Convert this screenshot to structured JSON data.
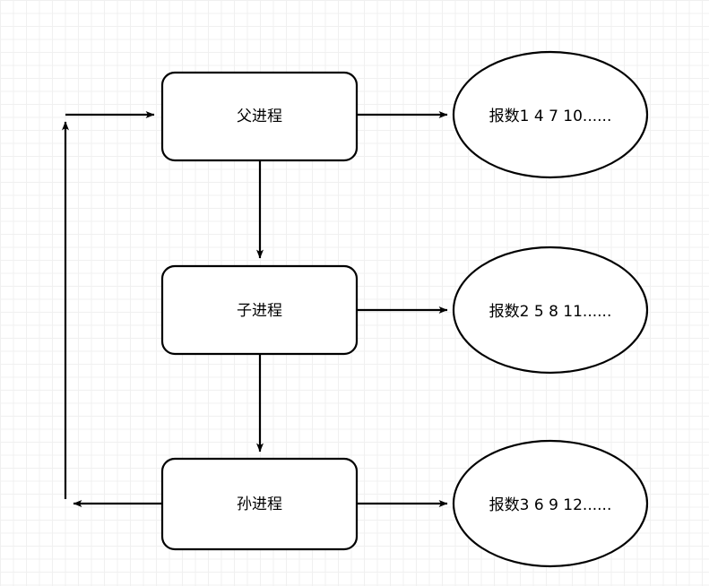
{
  "diagram": {
    "title": "process-counting-flowchart",
    "background": {
      "grid": true,
      "minor_color": "#f0f0f0",
      "major_color": "#d0d0d0",
      "canvas_color": "#ffffff"
    },
    "stroke_color": "#000000",
    "fill_color": "#ffffff",
    "processes": [
      {
        "id": "parent",
        "label": "父进程",
        "output_label": "报数1 4 7 10......"
      },
      {
        "id": "child",
        "label": "子进程",
        "output_label": "报数2 5 8 11......"
      },
      {
        "id": "grandchild",
        "label": "孙进程",
        "output_label": "报数3 6 9 12......"
      }
    ],
    "edges": [
      {
        "id": "parent-to-child",
        "from": "父进程",
        "to": "子进程",
        "direction": "down"
      },
      {
        "id": "child-to-grandchild",
        "from": "子进程",
        "to": "孙进程",
        "direction": "down"
      },
      {
        "id": "parent-to-output",
        "from": "父进程",
        "to": "报数1 4 7 10......",
        "direction": "right"
      },
      {
        "id": "child-to-output",
        "from": "子进程",
        "to": "报数2 5 8 11......",
        "direction": "right"
      },
      {
        "id": "grandchild-to-output",
        "from": "孙进程",
        "to": "报数3 6 9 12......",
        "direction": "right"
      },
      {
        "id": "grandchild-to-parent-loop",
        "from": "孙进程",
        "to": "父进程",
        "direction": "loop-left"
      }
    ]
  }
}
